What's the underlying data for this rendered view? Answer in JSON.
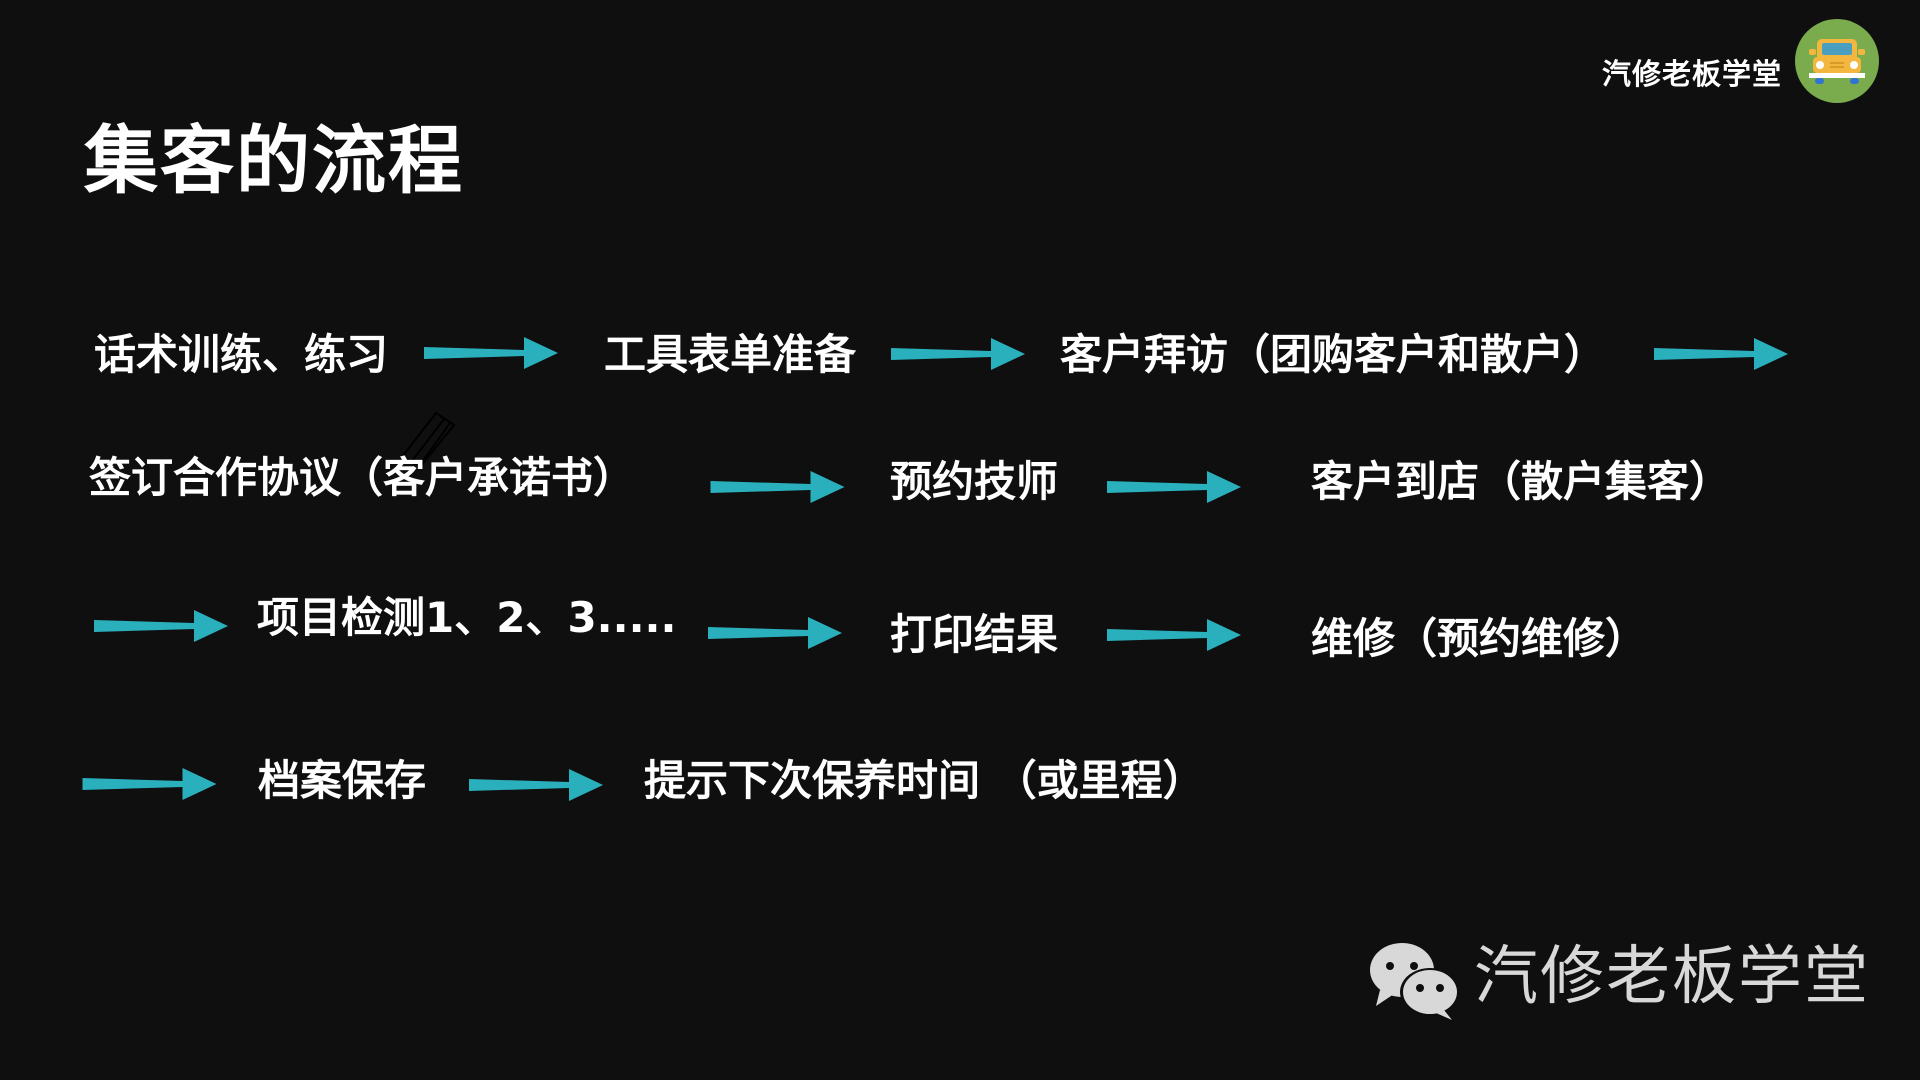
{
  "slide": {
    "title": "集客的流程",
    "brand": {
      "name": "汽修老板学堂",
      "logo_icon": "car-icon",
      "logo_bg_color": "#7aab4d",
      "car_color": "#f3b73f"
    },
    "accent_color": "#2aafbc",
    "steps": [
      {
        "label": "话术训练、练习"
      },
      {
        "label": "工具表单准备"
      },
      {
        "label": "客户拜访（团购客户和散户）"
      },
      {
        "label": "签订合作协议（客户承诺书）"
      },
      {
        "label": "预约技师"
      },
      {
        "label": "客户到店（散户集客）"
      },
      {
        "label": "项目检测1、2、3....."
      },
      {
        "label": "打印结果"
      },
      {
        "label": "维修（预约维修）"
      },
      {
        "label": "档案保存"
      },
      {
        "label": "提示下次保养时间 （或里程）"
      }
    ],
    "footer": {
      "icon": "wechat-icon",
      "text": "汽修老板学堂"
    }
  }
}
